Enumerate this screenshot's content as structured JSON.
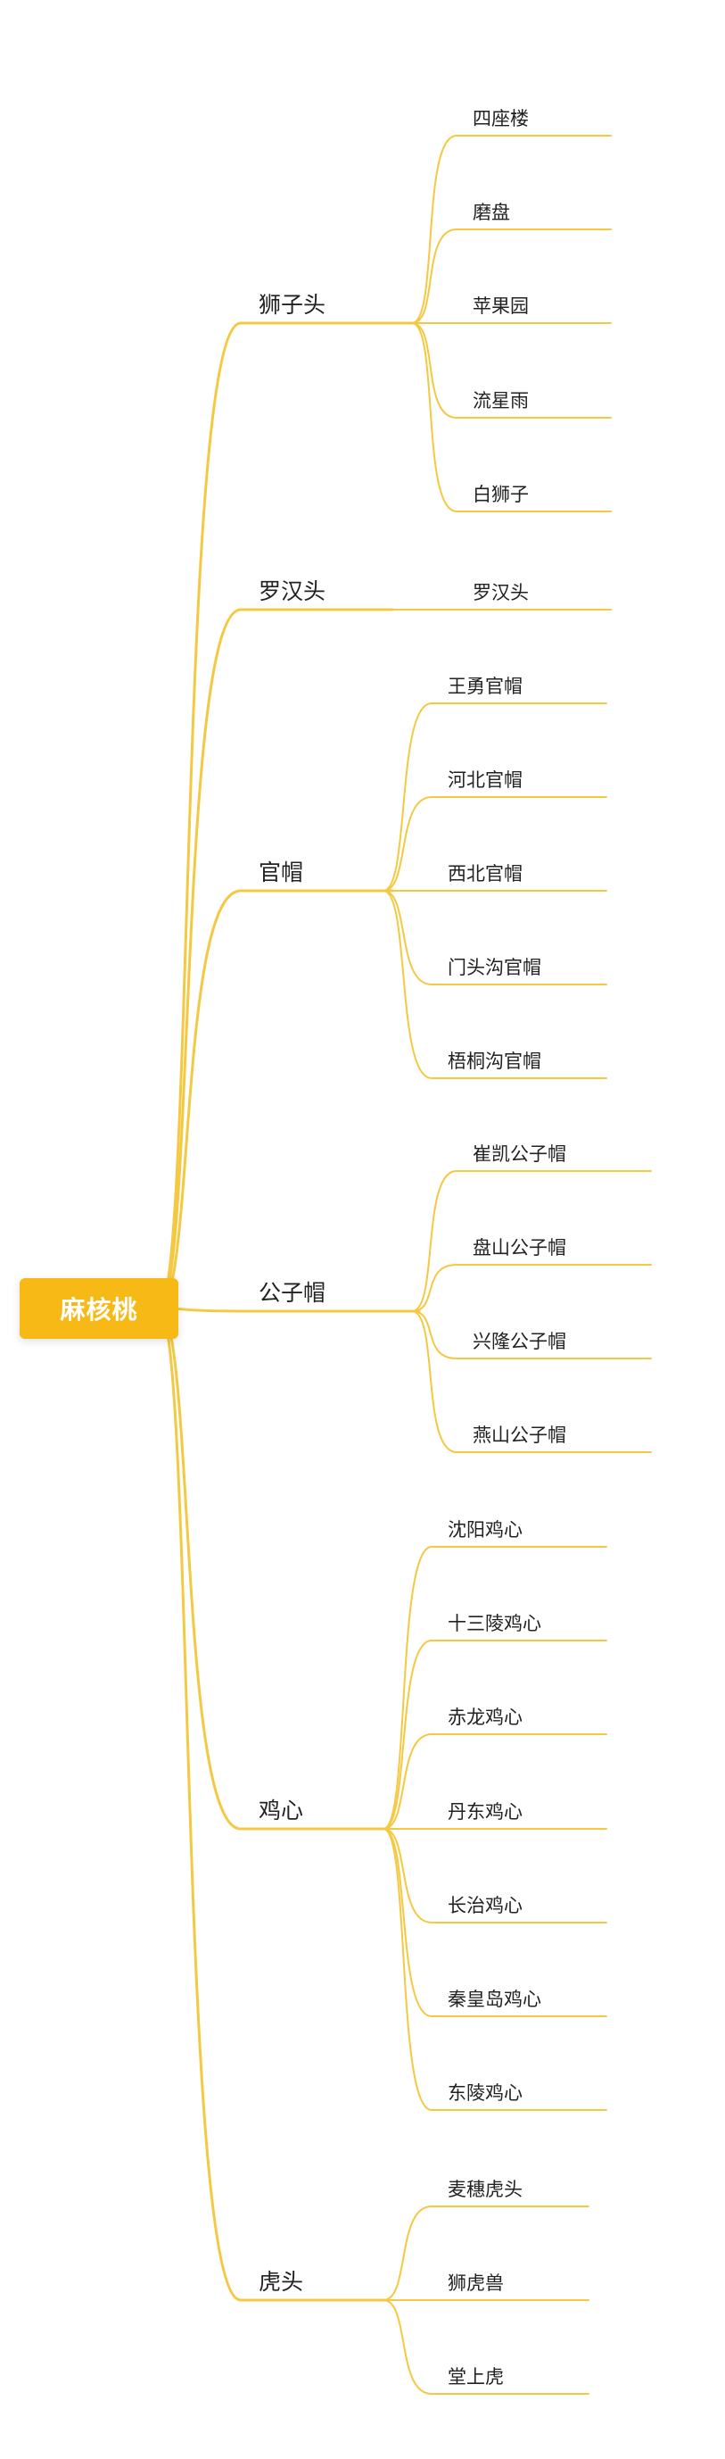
{
  "root": {
    "label": "麻核桃",
    "color": "#F7B916",
    "text_color": "#ffffff"
  },
  "line_color": "#F5C842",
  "branches": [
    {
      "label": "狮子头",
      "children": [
        "四座楼",
        "磨盘",
        "苹果园",
        "流星雨",
        "白狮子"
      ]
    },
    {
      "label": "罗汉头",
      "children": [
        "罗汉头"
      ]
    },
    {
      "label": "官帽",
      "children": [
        "王勇官帽",
        "河北官帽",
        "西北官帽",
        "门头沟官帽",
        "梧桐沟官帽"
      ]
    },
    {
      "label": "公子帽",
      "children": [
        "崔凯公子帽",
        "盘山公子帽",
        "兴隆公子帽",
        "燕山公子帽"
      ]
    },
    {
      "label": "鸡心",
      "children": [
        "沈阳鸡心",
        "十三陵鸡心",
        "赤龙鸡心",
        "丹东鸡心",
        "长治鸡心",
        "秦皇岛鸡心",
        "东陵鸡心"
      ]
    },
    {
      "label": "虎头",
      "children": [
        "麦穗虎头",
        "狮虎兽",
        "堂上虎"
      ]
    }
  ]
}
